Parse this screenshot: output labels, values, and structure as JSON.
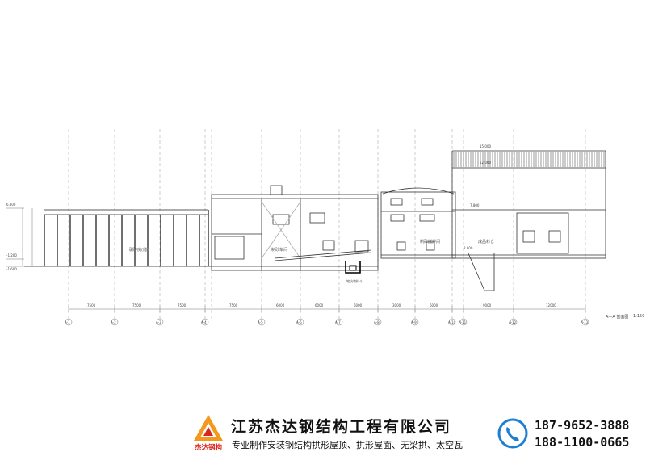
{
  "drawing": {
    "rooms": [
      "碾碎房(储)",
      "制砂车间",
      "制砂搅拌间",
      "成品料仓"
    ],
    "spans": [
      "7500",
      "7500",
      "7500",
      "7500",
      "6000",
      "6000",
      "6000",
      "3000",
      "6000",
      "9000",
      "12000"
    ],
    "axes": [
      "A-1",
      "A-2",
      "A-3",
      "A-4",
      "A-5",
      "A-6",
      "A-7",
      "A-8",
      "A-9",
      "A-10",
      "A-11",
      "A-12",
      "A-13"
    ],
    "elevations": {
      "top_right": "15.000",
      "mid_right": "12.000",
      "left_top": "6.800",
      "left_mid": "-1.200",
      "left_bottom": "-1.600",
      "center_a": "7.800",
      "center_b": "2.800"
    },
    "pit_label": "地坑收料斗",
    "section_title": "A—A 剖面图",
    "scale": "1:150"
  },
  "footer": {
    "logo_text": "杰达钢构",
    "company": "江苏杰达钢结构工程有限公司",
    "slogan": "专业制作安装钢结构拱形屋顶、拱形屋面、无梁拱、太空瓦",
    "phones": [
      "187-9652-3888",
      "188-1100-0665"
    ],
    "colors": {
      "logo_orange": "#f39a1e",
      "logo_red": "#d9271d",
      "phone_blue": "#1d7fd1"
    }
  }
}
